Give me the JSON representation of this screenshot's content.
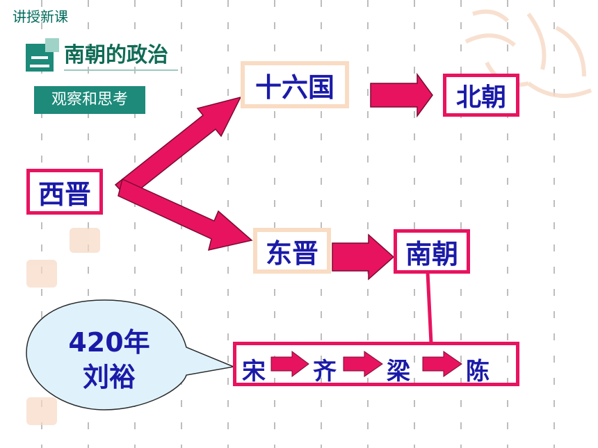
{
  "header": {
    "label": "讲授新课"
  },
  "section": {
    "title": "南朝的政治",
    "subtitle": "观察和思考"
  },
  "diagram": {
    "nodes": {
      "xijin": "西晋",
      "shiliuguo": "十六国",
      "beichao": "北朝",
      "dongjin": "东晋",
      "nanchao": "南朝"
    },
    "dynasties": [
      "宋",
      "齐",
      "梁",
      "陈"
    ],
    "callout": {
      "year": "420年",
      "person": "刘裕"
    }
  },
  "colors": {
    "accent_pink": "#e8135f",
    "text_blue": "#1a1aa8",
    "teal": "#1d8a7a",
    "peach_border": "#f9dcc3",
    "callout_fill": "#dff2fb"
  }
}
